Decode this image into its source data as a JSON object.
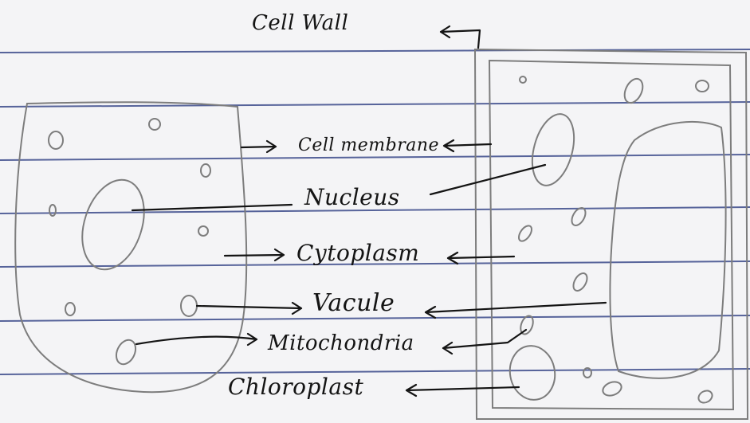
{
  "diagram": {
    "labels": {
      "cell_wall": "Cell Wall",
      "cell_membrane": "Cell membrane",
      "nucleus": "Nucleus",
      "cytoplasm": "Cytoplasm",
      "vacuole": "Vacule",
      "mitochondria": "Mitochondria",
      "chloroplast": "Chloroplast"
    },
    "colors": {
      "paper": "#f4f4f6",
      "ruling": "#3b4a8a",
      "ink": "#141414",
      "pencil": "#7d7d7d"
    }
  }
}
